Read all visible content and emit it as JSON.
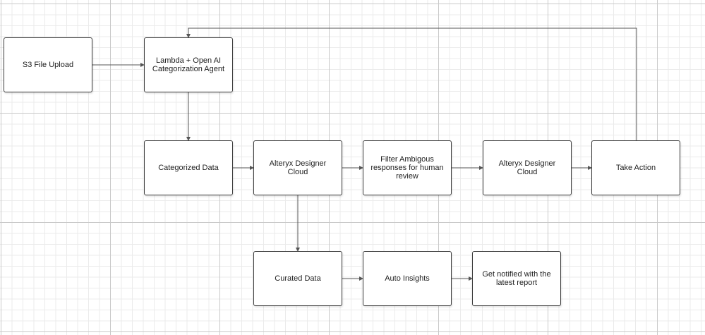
{
  "nodes": {
    "s3_file_upload": "S3 File Upload",
    "lambda_agent": "Lambda + Open AI Categorization Agent",
    "categorized_data": "Categorized Data",
    "alteryx_designer_cloud_1": "Alteryx Designer Cloud",
    "filter_ambiguous": "Filter Ambigous responses for human review",
    "alteryx_designer_cloud_2": "Alteryx Designer Cloud",
    "take_action": "Take Action",
    "curated_data": "Curated Data",
    "auto_insights": "Auto Insights",
    "get_notified": "Get notified with the latest report"
  },
  "colors": {
    "node_border": "#3a3a3a",
    "connector": "#555555",
    "grid_major": "#c9c9c9",
    "grid_minor": "#ebebeb"
  }
}
